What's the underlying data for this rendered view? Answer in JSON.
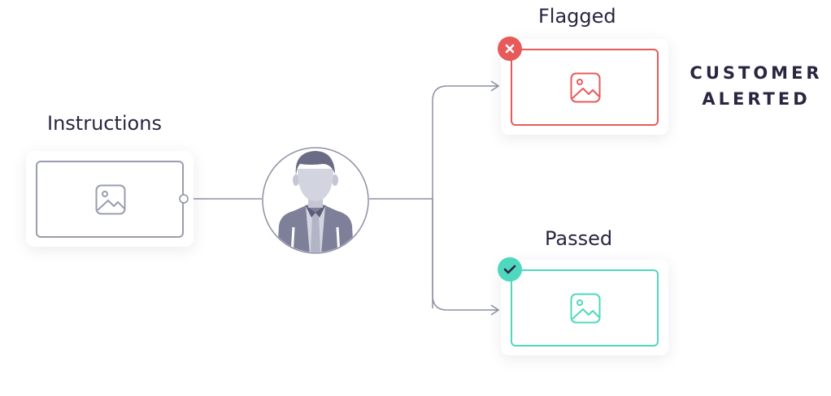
{
  "instructions": {
    "label": "Instructions"
  },
  "flagged": {
    "label": "Flagged"
  },
  "passed": {
    "label": "Passed"
  },
  "alert": {
    "line1": "CUSTOMER",
    "line2": "ALERTED"
  },
  "icons": {
    "image": "image-icon",
    "reviewer": "reviewer-avatar",
    "flag": "close-icon",
    "pass": "check-icon"
  },
  "colors": {
    "text": "#2b2540",
    "neutral": "#9a9cb0",
    "flag": "#e85a5a",
    "pass": "#4ed9be",
    "connector": "#8e90a6"
  }
}
